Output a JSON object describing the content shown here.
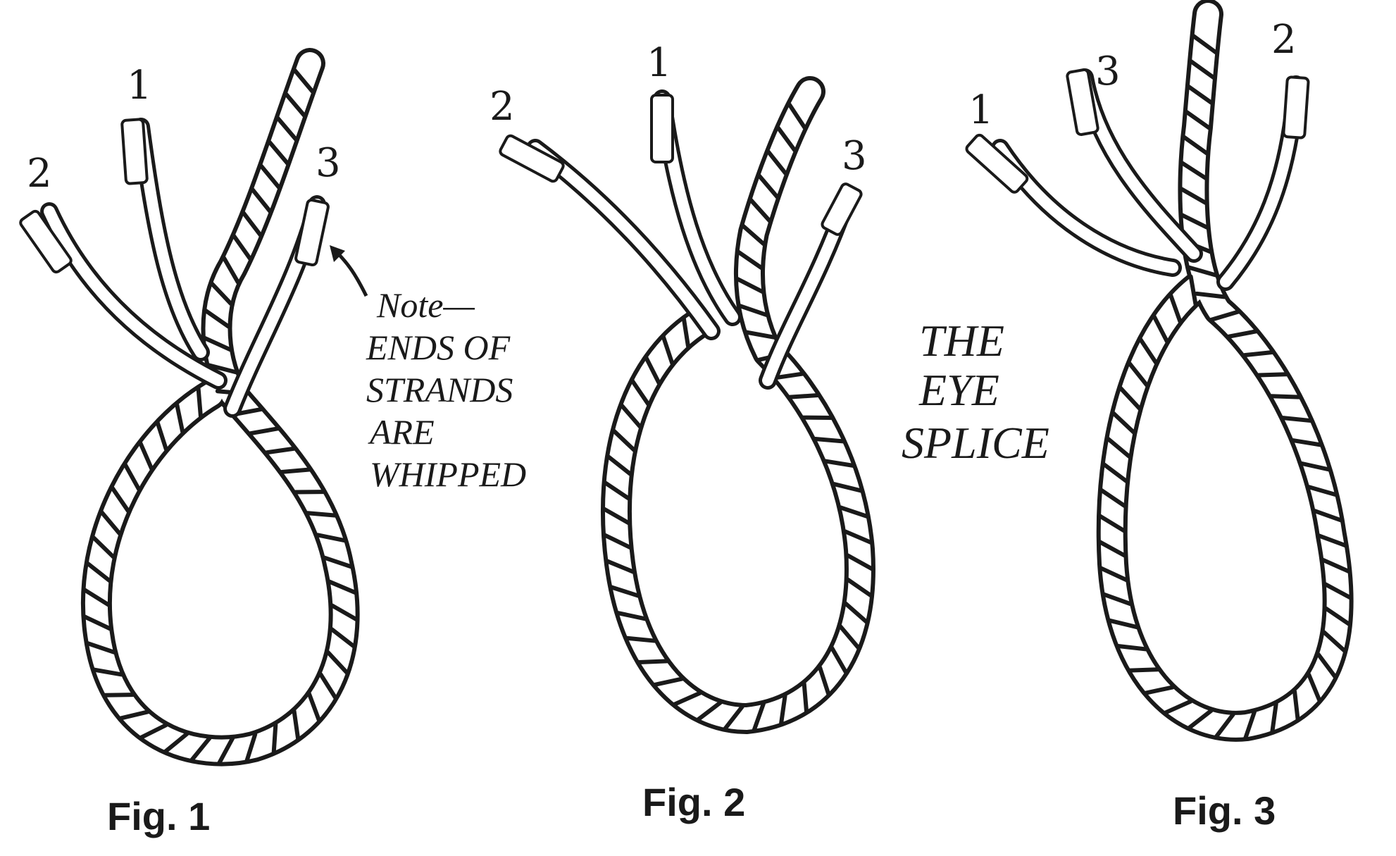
{
  "figures": [
    {
      "caption": "Fig. 1",
      "strand_labels": [
        "1",
        "2",
        "3"
      ]
    },
    {
      "caption": "Fig. 2",
      "strand_labels": [
        "1",
        "2",
        "3"
      ]
    },
    {
      "caption": "Fig. 3",
      "strand_labels": [
        "1",
        "3",
        "2"
      ]
    }
  ],
  "note": {
    "lines": [
      "Note—",
      "ENDS OF",
      "STRANDS",
      "ARE",
      "WHIPPED"
    ]
  },
  "title": {
    "lines": [
      "THE",
      "EYE",
      "SPLICE"
    ]
  },
  "colors": {
    "ink": "#1a1a1a",
    "paper": "#ffffff"
  }
}
